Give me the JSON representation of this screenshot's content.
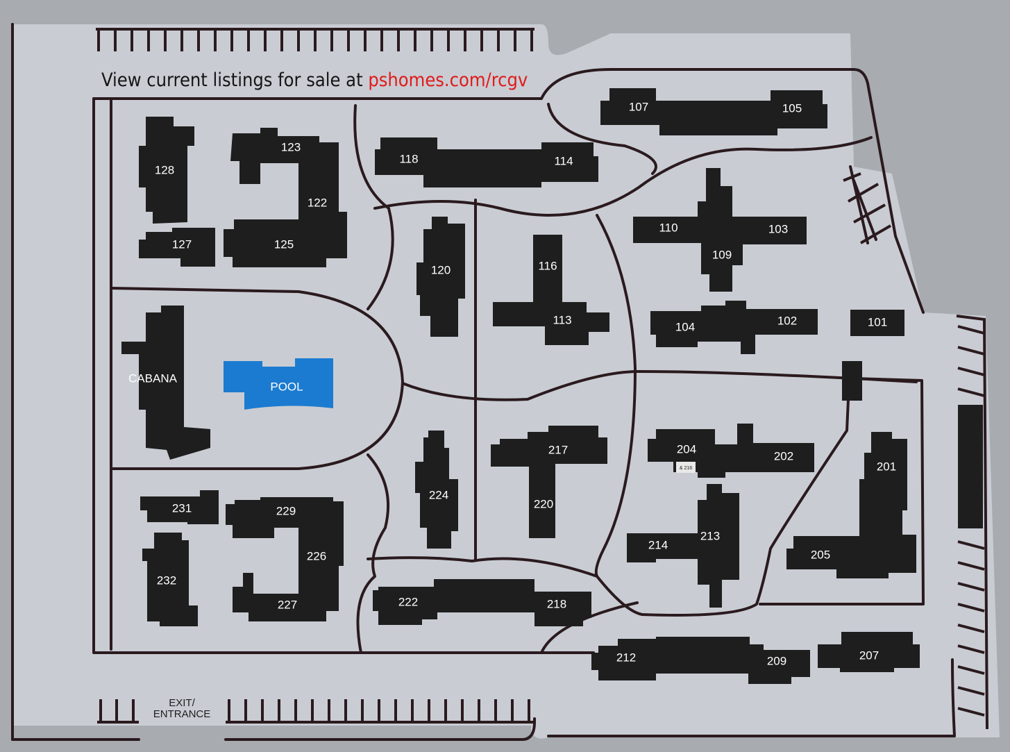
{
  "header": {
    "prefix": "View current listings for sale at ",
    "url": "pshomes.com/rcgv"
  },
  "colors": {
    "background": "#a8abaf",
    "ground": "#c9ccd3",
    "building": "#1e1e1e",
    "pool": "#1b7bd0",
    "url": "#e01b1b",
    "path": "#2a1a1e"
  },
  "exit_label": {
    "line1": "EXIT/",
    "line2": "ENTRANCE"
  },
  "buildings": {
    "b101": "101",
    "b102": "102",
    "b103": "103",
    "b104": "104",
    "b105": "105",
    "b107": "107",
    "b109": "109",
    "b110": "110",
    "b113": "113",
    "b114": "114",
    "b116": "116",
    "b118": "118",
    "b120": "120",
    "b122": "122",
    "b123": "123",
    "b125": "125",
    "b127": "127",
    "b128": "128",
    "b201": "201",
    "b202": "202",
    "b204": "204",
    "b204_note": "& 216",
    "b205": "205",
    "b207": "207",
    "b209": "209",
    "b212": "212",
    "b213": "213",
    "b214": "214",
    "b217": "217",
    "b218": "218",
    "b220": "220",
    "b222": "222",
    "b224": "224",
    "b226": "226",
    "b227": "227",
    "b229": "229",
    "b231": "231",
    "b232": "232",
    "cabana": "CABANA",
    "pool": "POOL"
  }
}
